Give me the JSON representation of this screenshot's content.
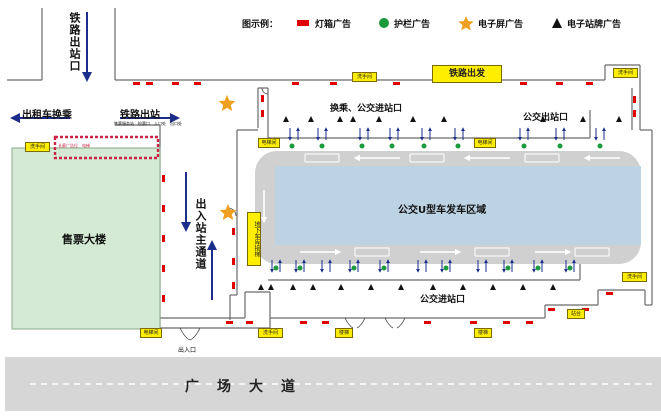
{
  "legend": {
    "title": "图示例：",
    "items": [
      {
        "label": "灯箱广告",
        "icon": "red-rectangle-icon",
        "color": "#e10000"
      },
      {
        "label": "护栏广告",
        "icon": "green-circle-icon",
        "color": "#1a9a3a"
      },
      {
        "label": "电子屏广告",
        "icon": "orange-star-icon",
        "color": "#f0a020"
      },
      {
        "label": "电子站牌广告",
        "icon": "black-triangle-icon",
        "color": "#111111"
      }
    ]
  },
  "labels": {
    "railway_exit_vertical": "铁路出站口",
    "railway_departure": "铁路出发",
    "taxi_transfer": "出租车换乘",
    "railway_exit": "铁路出站",
    "ticket_building": "售票大楼",
    "transfer_bus_entry": "换乘、公交进站口",
    "bus_exit": "公交出站口",
    "bus_u_zone": "公交U型车发车区域",
    "main_passage": "出入站主通道",
    "underground_garage": "地下车库接梯",
    "bus_entry_bottom": "公交进站口",
    "entrance_exit": "出入口",
    "plaza_road": "广　场　大　道"
  },
  "tags": {
    "restroom": "洗手间",
    "stairs": "电梯间",
    "passage": "楼梯",
    "stop_board": "站台",
    "billboard": "长廊广告位　电梯",
    "small_notice": "售票服务站　检票口　入口处　出口处"
  },
  "colors": {
    "building_fill": "#d4ead4",
    "bus_zone_fill": "#bcd3e3",
    "road_fill": "#d6d6d6",
    "wall": "#6a6a6a",
    "arrow_blue": "#1a2e8a",
    "yellow": "#ffee00"
  }
}
